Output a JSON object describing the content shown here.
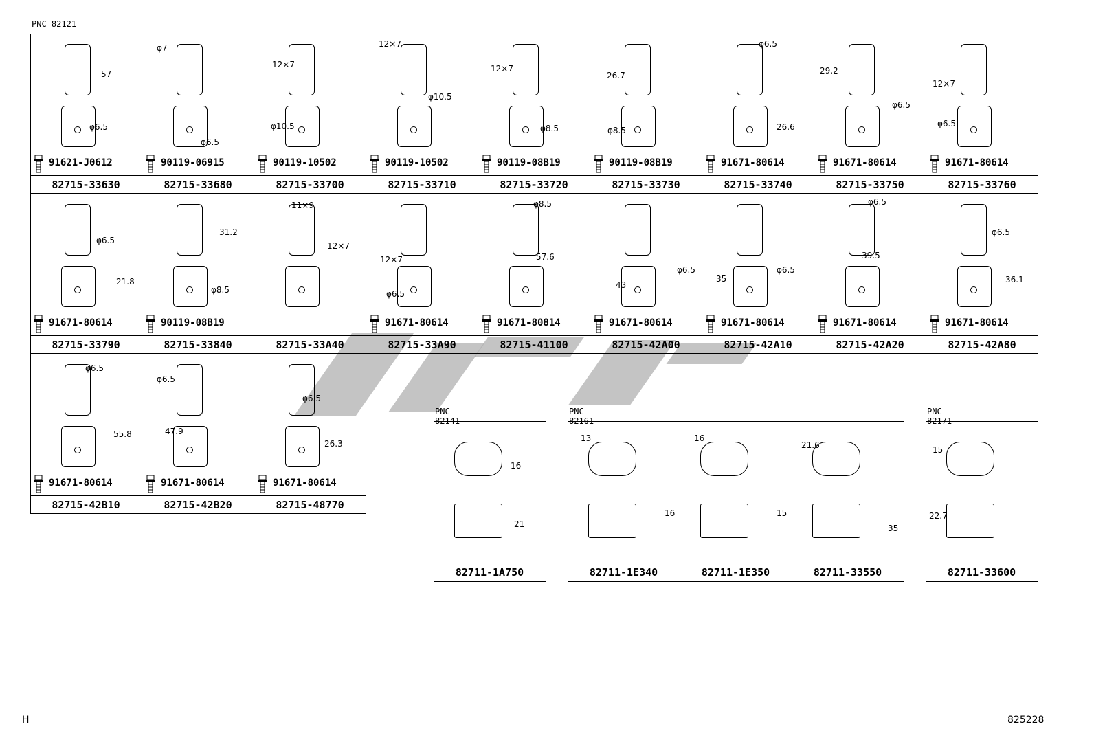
{
  "header": {
    "pnc_main": "PNC 82121"
  },
  "main_grid": {
    "rows": [
      [
        {
          "part": "82715-33630",
          "bolt": "91621-J0612",
          "dims": [
            "57",
            "φ6.5"
          ]
        },
        {
          "part": "82715-33680",
          "bolt": "90119-06915",
          "dims": [
            "φ7",
            "φ6.5"
          ]
        },
        {
          "part": "82715-33700",
          "bolt": "90119-10502",
          "dims": [
            "12×7",
            "φ10.5"
          ]
        },
        {
          "part": "82715-33710",
          "bolt": "90119-10502",
          "dims": [
            "12×7",
            "φ10.5"
          ]
        },
        {
          "part": "82715-33720",
          "bolt": "90119-08B19",
          "dims": [
            "12×7",
            "φ8.5"
          ]
        },
        {
          "part": "82715-33730",
          "bolt": "90119-08B19",
          "dims": [
            "26.7",
            "φ8.5"
          ]
        },
        {
          "part": "82715-33740",
          "bolt": "91671-80614",
          "dims": [
            "φ6.5",
            "26.6"
          ]
        },
        {
          "part": "82715-33750",
          "bolt": "91671-80614",
          "dims": [
            "29.2",
            "φ6.5"
          ]
        },
        {
          "part": "82715-33760",
          "bolt": "91671-80614",
          "dims": [
            "12×7",
            "φ6.5"
          ]
        }
      ],
      [
        {
          "part": "82715-33790",
          "bolt": "91671-80614",
          "dims": [
            "φ6.5",
            "21.8"
          ]
        },
        {
          "part": "82715-33840",
          "bolt": "90119-08B19",
          "dims": [
            "31.2",
            "φ8.5"
          ]
        },
        {
          "part": "82715-33A40",
          "bolt": "",
          "dims": [
            "11×9",
            "12×7"
          ]
        },
        {
          "part": "82715-33A90",
          "bolt": "91671-80614",
          "dims": [
            "12×7",
            "φ6.5"
          ]
        },
        {
          "part": "82715-41100",
          "bolt": "91671-80814",
          "dims": [
            "φ8.5",
            "57.6"
          ]
        },
        {
          "part": "82715-42A00",
          "bolt": "91671-80614",
          "dims": [
            "φ6.5",
            "43"
          ]
        },
        {
          "part": "82715-42A10",
          "bolt": "91671-80614",
          "dims": [
            "35",
            "φ6.5"
          ]
        },
        {
          "part": "82715-42A20",
          "bolt": "91671-80614",
          "dims": [
            "φ6.5",
            "39.5"
          ]
        },
        {
          "part": "82715-42A80",
          "bolt": "91671-80614",
          "dims": [
            "φ6.5",
            "36.1"
          ]
        }
      ],
      [
        {
          "part": "82715-42B10",
          "bolt": "91671-80614",
          "dims": [
            "φ6.5",
            "55.8"
          ]
        },
        {
          "part": "82715-42B20",
          "bolt": "91671-80614",
          "dims": [
            "φ6.5",
            "47.9"
          ]
        },
        {
          "part": "82715-48770",
          "bolt": "91671-80614",
          "dims": [
            "φ6.5",
            "26.3"
          ]
        }
      ]
    ]
  },
  "groups": [
    {
      "pnc": "PNC 82141",
      "items": [
        {
          "part": "82711-1A750",
          "dims": [
            "16",
            "21"
          ]
        }
      ]
    },
    {
      "pnc": "PNC 82161",
      "items": [
        {
          "part": "82711-1E340",
          "dims": [
            "13",
            "16"
          ]
        },
        {
          "part": "82711-1E350",
          "dims": [
            "16",
            "15"
          ]
        },
        {
          "part": "82711-33550",
          "dims": [
            "21.6",
            "35"
          ]
        }
      ]
    },
    {
      "pnc": "PNC 82171",
      "items": [
        {
          "part": "82711-33600",
          "dims": [
            "15",
            "22.7"
          ]
        }
      ]
    }
  ],
  "footer": {
    "left": "H",
    "right": "825228"
  },
  "icons": {
    "bolt": "bolt-icon",
    "watermark": "watermark-logo"
  }
}
